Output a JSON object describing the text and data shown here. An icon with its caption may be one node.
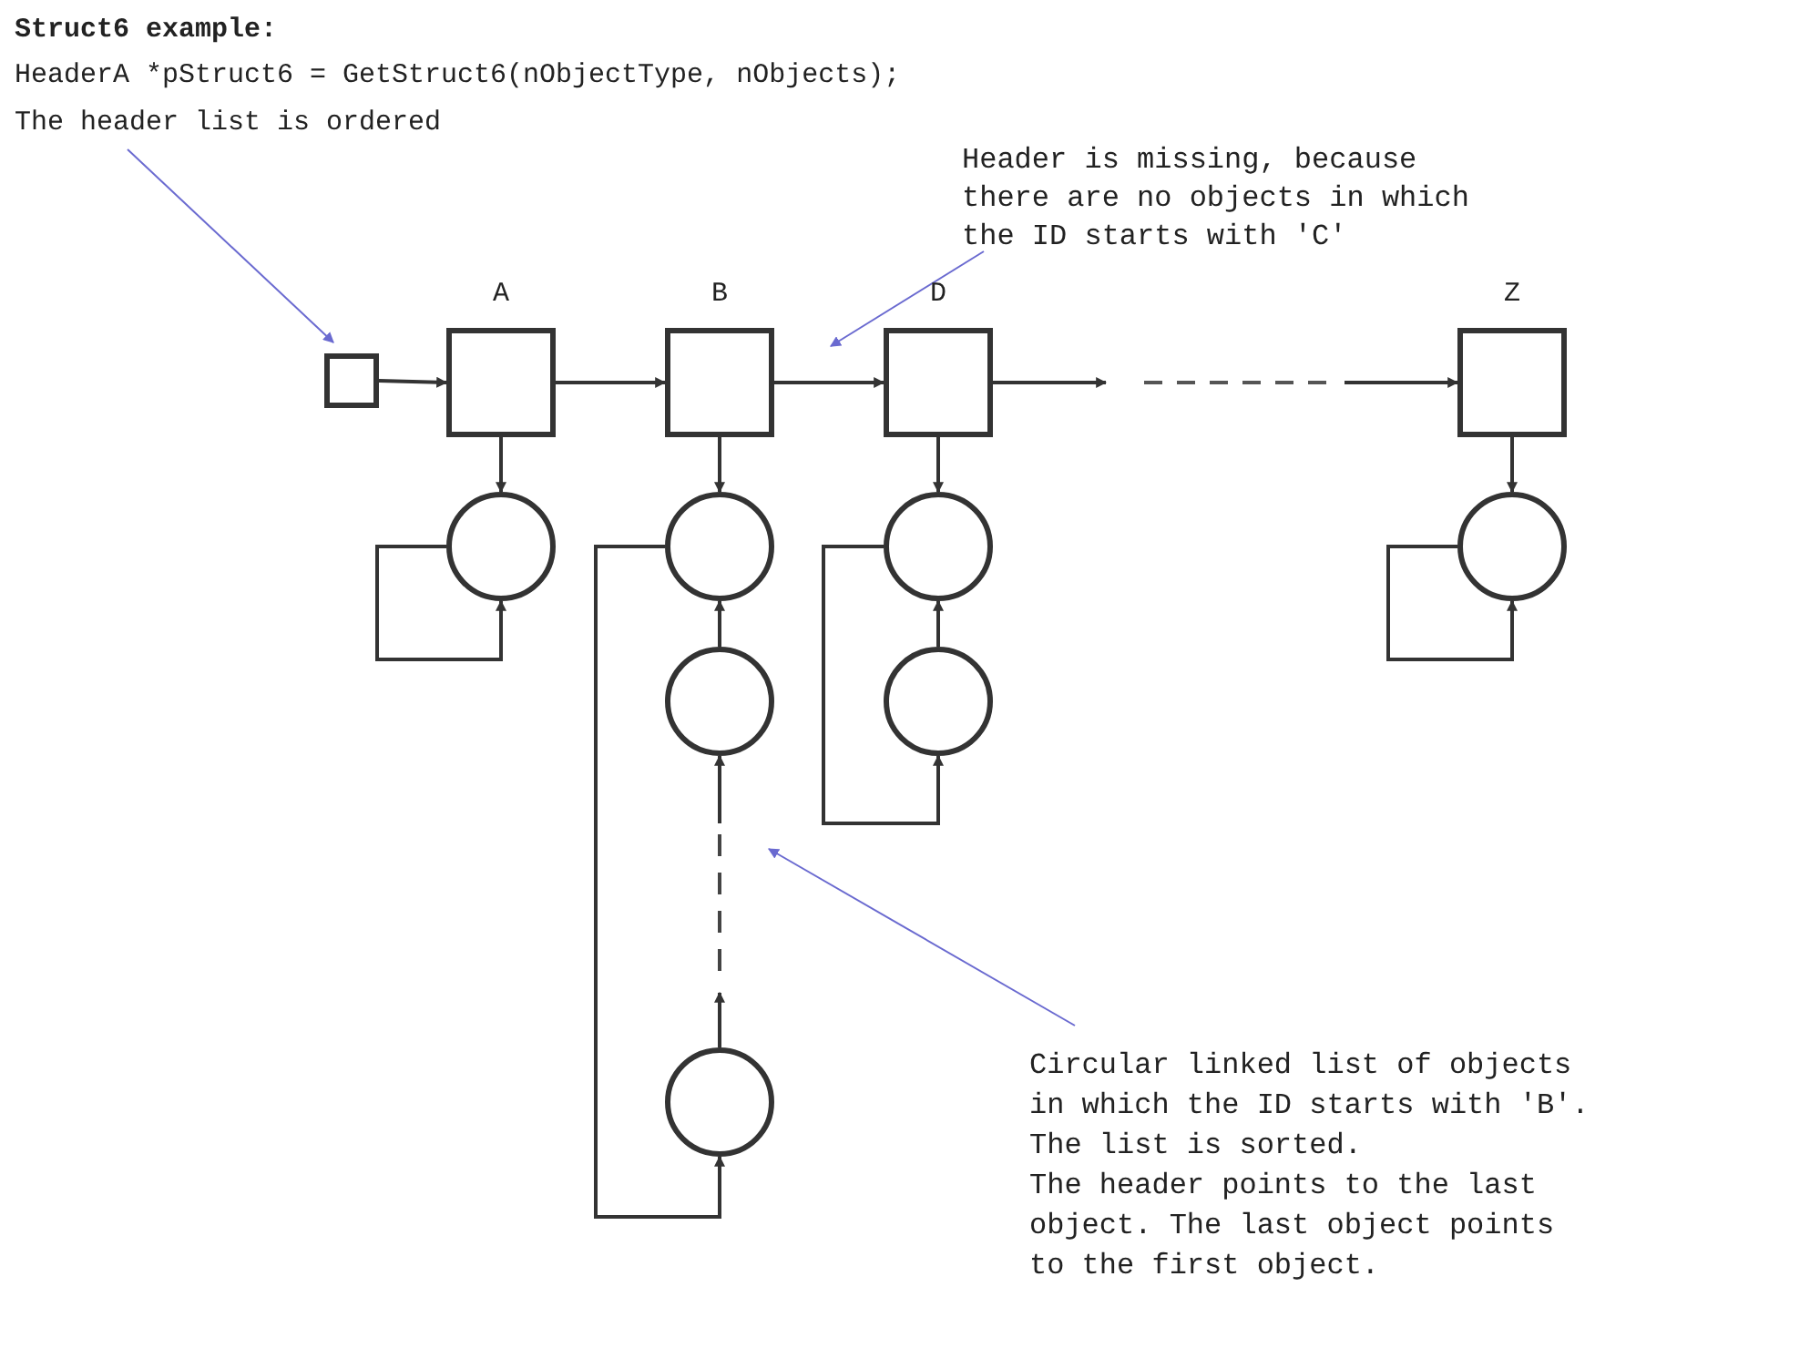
{
  "diagram": {
    "title": "Struct6 example:",
    "nodes": [
      {
        "text": [
          "The header list is ordered"
        ]
      },
      {
        "text": [],
        "shape": "box"
      },
      {
        "text": [
          "A"
        ]
      },
      {
        "text": [
          "B"
        ]
      },
      {
        "text": [
          "D"
        ]
      },
      {
        "text": [
          "Z"
        ]
      },
      {
        "text": [
          "Header is missing, because there are no objects in which the ID starts with 'C'"
        ]
      },
      {
        "text": [],
        "shape": "circle"
      },
      {
        "text": [],
        "shape": "circle"
      },
      {
        "text": [],
        "shape": "circle"
      },
      {
        "text": [],
        "shape": "circle"
      },
      {
        "text": [],
        "shape": "circle"
      },
      {
        "text": [],
        "shape": "circle"
      },
      {
        "text": [],
        "shape": "circle"
      },
      {
        "text": [
          "Circular linked list of objects in which the ID starts with 'B'.",
          "The list is sorted.",
          "The header points to the last object. The last object points to the first object."
        ]
      }
    ],
    "edges": [
      {
        "from": 1,
        "to": 2,
        "arrow": "to"
      },
      {
        "from": 2,
        "to": 3,
        "arrow": "to"
      },
      {
        "from": 3,
        "to": 4,
        "arrow": "to"
      },
      {
        "from": 4,
        "to": null,
        "arrow": "to"
      },
      {
        "from": null,
        "to": 5,
        "arrow": "to"
      },
      {
        "from": 2,
        "to": 7,
        "arrow": "to"
      },
      {
        "from": 3,
        "to": 8,
        "arrow": "to"
      },
      {
        "from": 4,
        "to": 11,
        "arrow": "to"
      },
      {
        "from": 5,
        "to": 13,
        "arrow": "to"
      },
      {
        "from": 7,
        "to": 7,
        "arrow": "to"
      },
      {
        "from": 9,
        "to": 8,
        "arrow": "to"
      },
      {
        "from": 10,
        "to": null,
        "arrow": "to"
      },
      {
        "from": null,
        "to": 9,
        "arrow": "to"
      },
      {
        "from": 8,
        "to": 10,
        "arrow": "to"
      },
      {
        "from": 12,
        "to": 11,
        "arrow": "to"
      },
      {
        "from": 11,
        "to": 12,
        "arrow": "to"
      },
      {
        "from": 13,
        "to": 13,
        "arrow": "to"
      },
      {
        "from": 0,
        "to": 1,
        "arrow": "to",
        "color": "#6a6ad0"
      },
      {
        "from": 6,
        "to": null,
        "arrow": "to",
        "color": "#6a6ad0"
      },
      {
        "from": 14,
        "to": null,
        "arrow": "to",
        "color": "#6a6ad0"
      }
    ],
    "labels": [
      "HeaderA *pStruct6 = GetStruct6(nObjectType, nObjects);"
    ]
  }
}
